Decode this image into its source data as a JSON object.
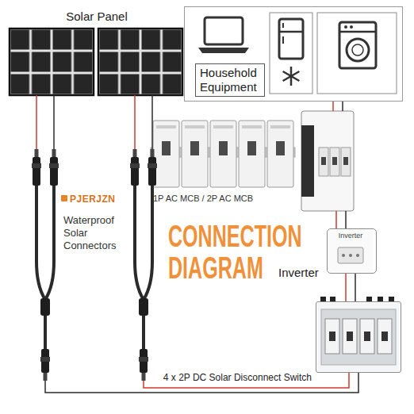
{
  "diagram": {
    "title": "CONNECTION DIAGRAM",
    "nodes": [
      {
        "text": [
          "Solar Panel"
        ]
      },
      {
        "text": [
          "Household Equipment"
        ]
      },
      {
        "text": [
          "1P AC MCB / 2P AC MCB"
        ]
      },
      {
        "text": [
          "PJERJZN",
          "Waterproof Solar Connectors"
        ]
      },
      {
        "text": [
          "Inverter",
          "Inverter"
        ]
      },
      {
        "text": [
          "4 x 2P DC Solar Disconnect Switch"
        ]
      }
    ],
    "edges": [
      {
        "from": 0,
        "to": 3,
        "arrow": "none"
      },
      {
        "from": 3,
        "to": 5,
        "arrow": "none"
      },
      {
        "from": 5,
        "to": 4,
        "arrow": "none"
      },
      {
        "from": 4,
        "to": 2,
        "arrow": "none"
      },
      {
        "from": 2,
        "to": 1,
        "arrow": "none"
      }
    ]
  }
}
